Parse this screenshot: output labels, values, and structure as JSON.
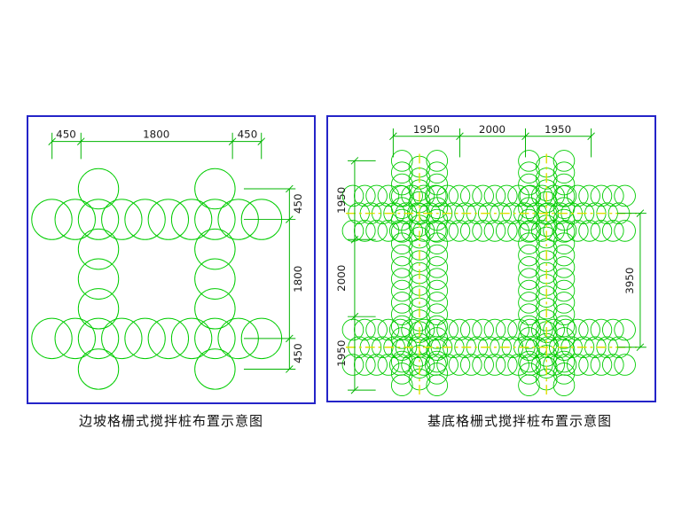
{
  "left_diagram": {
    "caption": "边坡格栅式搅拌桩布置示意图",
    "top_dims": [
      "450",
      "1800",
      "450"
    ],
    "side_dims": [
      "450",
      "1800",
      "450"
    ]
  },
  "right_diagram": {
    "caption": "基底格栅式搅拌桩布置示意图",
    "top_dims": [
      "1950",
      "2000",
      "1950"
    ],
    "left_dims": [
      "1950",
      "2000",
      "1950"
    ],
    "right_dim": "3950"
  },
  "colors": {
    "pile_green": "#00cc00",
    "dim_green": "#00b400",
    "centerline_yellow": "#e0e000",
    "border_blue": "#2424c8",
    "text_black": "#1a1a1a"
  }
}
